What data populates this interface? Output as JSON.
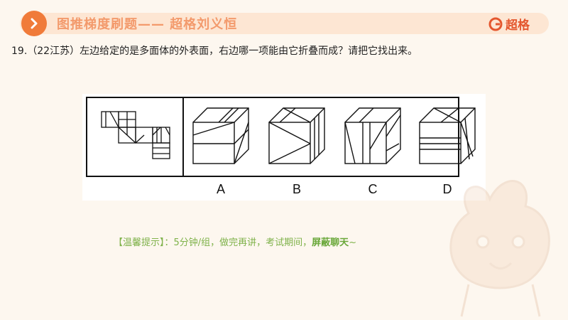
{
  "header": {
    "title": "图推梯度刷题—— 超格刘义恒",
    "logo_text": "超格"
  },
  "question": {
    "text": "19.（22江苏）左边给定的是多面体的外表面，右边哪一项能由它折叠而成？请把它找出来。"
  },
  "figure": {
    "options": [
      "A",
      "B",
      "C",
      "D"
    ]
  },
  "hint": {
    "prefix": "【温馨提示】：",
    "body": "5分钟/组，做完再讲，考试期间，",
    "emphasis": "屏蔽聊天",
    "suffix": "~"
  },
  "colors": {
    "accent": "#f07b3a",
    "banner": "#fde6d3",
    "hint": "#7fb24a"
  }
}
